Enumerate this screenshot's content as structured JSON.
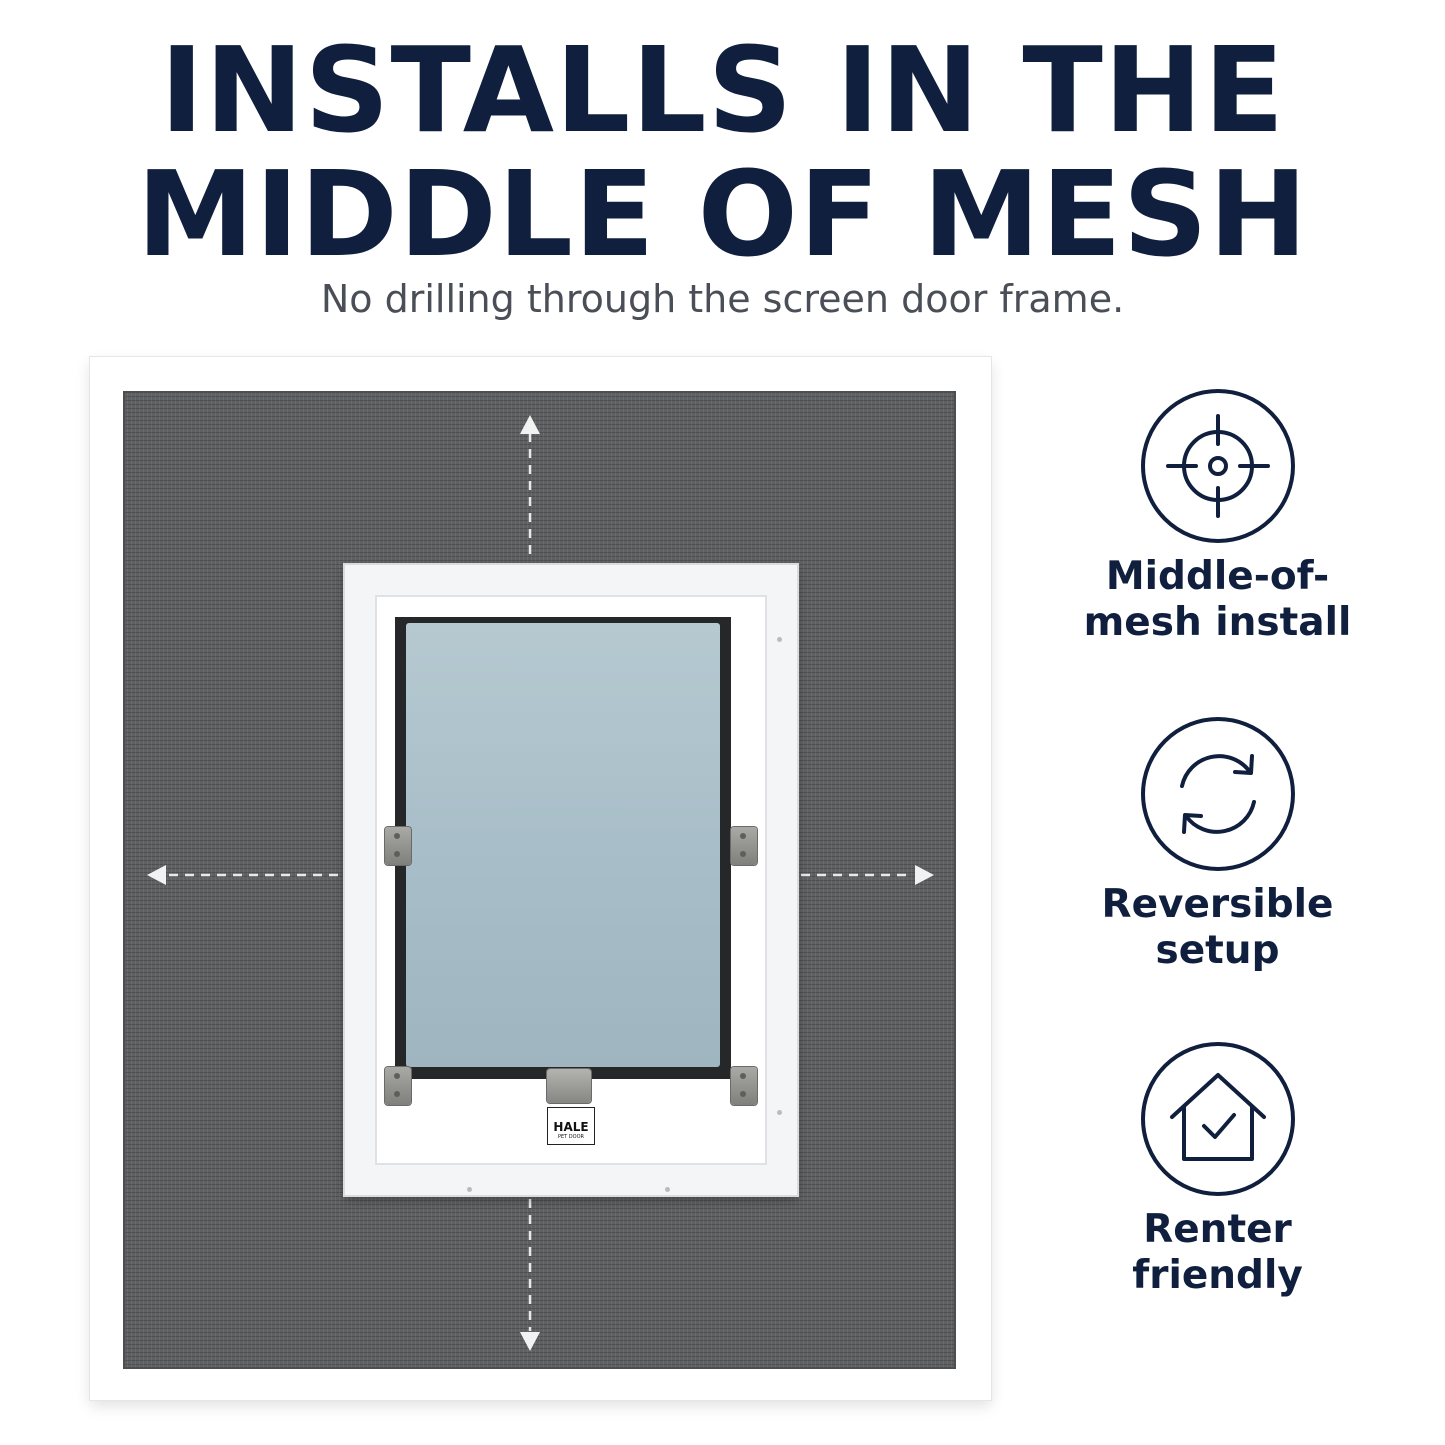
{
  "headline": {
    "line1": "INSTALLS IN THE",
    "line2": "MIDDLE OF MESH"
  },
  "subhead": "No drilling through the screen door frame.",
  "product": {
    "brand_badge": "HALE",
    "brand_badge_sub": "PET DOOR"
  },
  "features": [
    {
      "icon": "crosshair-icon",
      "line1": "Middle-of-",
      "line2": "mesh install"
    },
    {
      "icon": "refresh-arrows-icon",
      "line1": "Reversible",
      "line2": "setup"
    },
    {
      "icon": "house-check-icon",
      "line1": "Renter",
      "line2": "friendly"
    }
  ],
  "colors": {
    "navy": "#0f1f3d",
    "subtext": "#4a4f57",
    "mesh": "#5f6062",
    "flap": "#a7bdc7"
  }
}
